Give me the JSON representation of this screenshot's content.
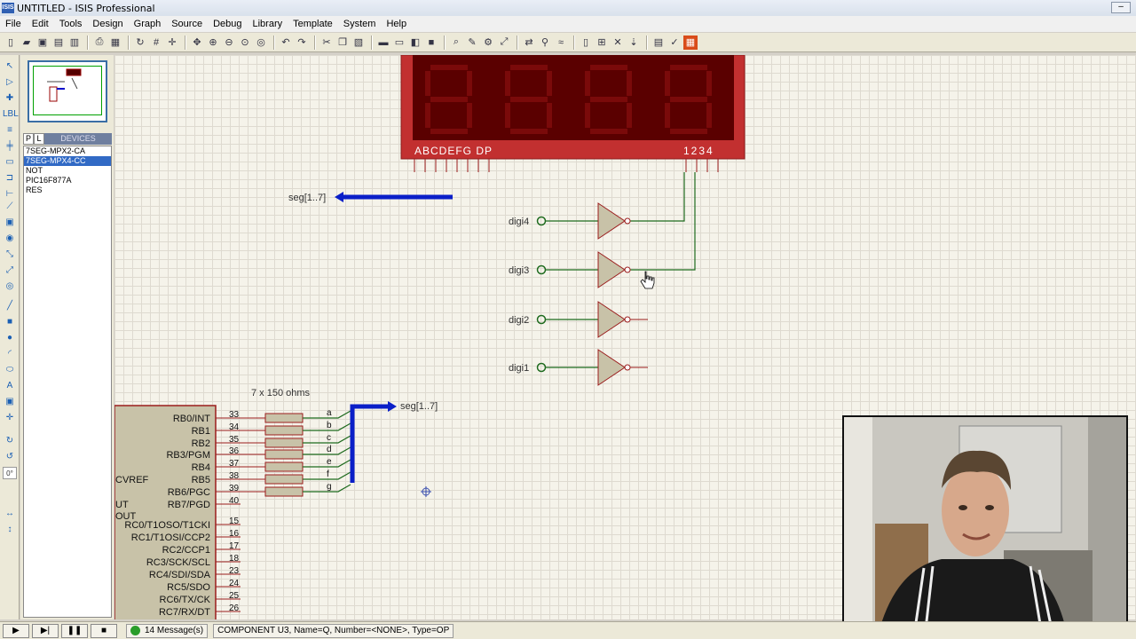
{
  "window": {
    "title": "UNTITLED - ISIS Professional",
    "app_icon_text": "ISIS"
  },
  "menu": [
    "File",
    "Edit",
    "Tools",
    "Design",
    "Graph",
    "Source",
    "Debug",
    "Library",
    "Template",
    "System",
    "Help"
  ],
  "devices_panel": {
    "tab_p": "P",
    "tab_l": "L",
    "title": "DEVICES",
    "items": [
      "7SEG-MPX2-CA",
      "7SEG-MPX4-CC",
      "NOT",
      "PIC16F877A",
      "RES"
    ],
    "selected_index": 1
  },
  "left_tools": {
    "rotation_value": "0°"
  },
  "schematic": {
    "display_label": "ABCDEFG  DP",
    "display_digits_label": "1234",
    "bus_label_top": "seg[1..7]",
    "bus_label_bottom": "seg[1..7]",
    "resistor_label": "7 x 150 ohms",
    "digit_nets": [
      "digi4",
      "digi3",
      "digi2",
      "digi1"
    ],
    "segment_labels": [
      "a",
      "b",
      "c",
      "d",
      "e",
      "f",
      "g"
    ],
    "mcu_pins": [
      {
        "num": "33",
        "name": "RB0/INT"
      },
      {
        "num": "34",
        "name": "RB1"
      },
      {
        "num": "35",
        "name": "RB2"
      },
      {
        "num": "36",
        "name": "RB3/PGM"
      },
      {
        "num": "37",
        "name": "RB4"
      },
      {
        "num": "38",
        "name": "RB5"
      },
      {
        "num": "39",
        "name": "RB6/PGC"
      },
      {
        "num": "40",
        "name": "RB7/PGD"
      },
      {
        "num": "15",
        "name": "RC0/T1OSO/T1CKI"
      },
      {
        "num": "16",
        "name": "RC1/T1OSI/CCP2"
      },
      {
        "num": "17",
        "name": "RC2/CCP1"
      },
      {
        "num": "18",
        "name": "RC3/SCK/SCL"
      },
      {
        "num": "23",
        "name": "RC4/SDI/SDA"
      },
      {
        "num": "24",
        "name": "RC5/SDO"
      },
      {
        "num": "25",
        "name": "RC6/TX/CK"
      },
      {
        "num": "26",
        "name": "RC7/RX/DT"
      }
    ],
    "mcu_left_fragments": [
      "CVREF",
      "UT",
      "OUT"
    ],
    "colors": {
      "wire": "#1f6b1f",
      "bus": "#0a1fc8",
      "component": "#9b1c1c",
      "component_fill": "#c8c2a8",
      "display_bg": "#5a0000"
    }
  },
  "statusbar": {
    "messages": "14 Message(s)",
    "status_text": "COMPONENT U3, Name=Q, Number=<NONE>, Type=OP",
    "buttons": [
      "play-icon",
      "step-icon",
      "pause-icon",
      "stop-icon"
    ]
  }
}
